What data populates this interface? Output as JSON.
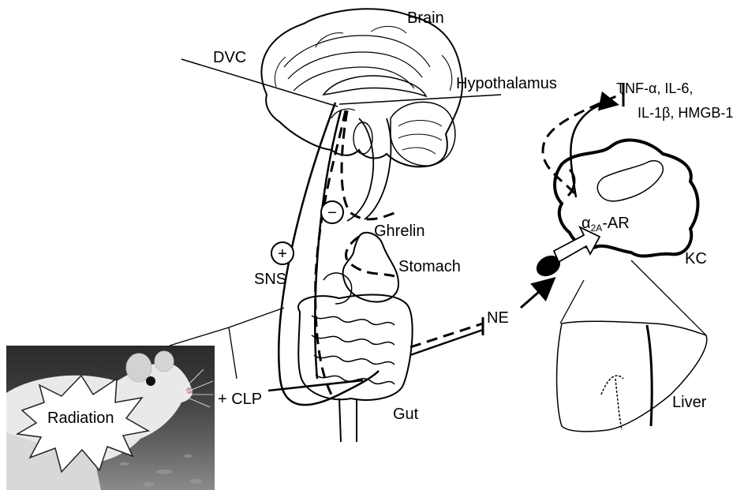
{
  "labels": {
    "brain": "Brain",
    "dvc": "DVC",
    "hypothalamus": "Hypothalamus",
    "cytokines_line1": "TNF-α, IL-6,",
    "cytokines_line2": "IL-1β, HMGB-1",
    "ghrelin": "Ghrelin",
    "stomach": "Stomach",
    "sns": "SNS",
    "plus_sign": "+",
    "minus_sign": "−",
    "ne": "NE",
    "alpha_receptor_base": "α",
    "alpha_receptor_sub": "2A",
    "alpha_receptor_suffix": "-AR",
    "kc": "KC",
    "clp": "+ CLP",
    "gut": "Gut",
    "liver": "Liver",
    "radiation": "Radiation"
  }
}
